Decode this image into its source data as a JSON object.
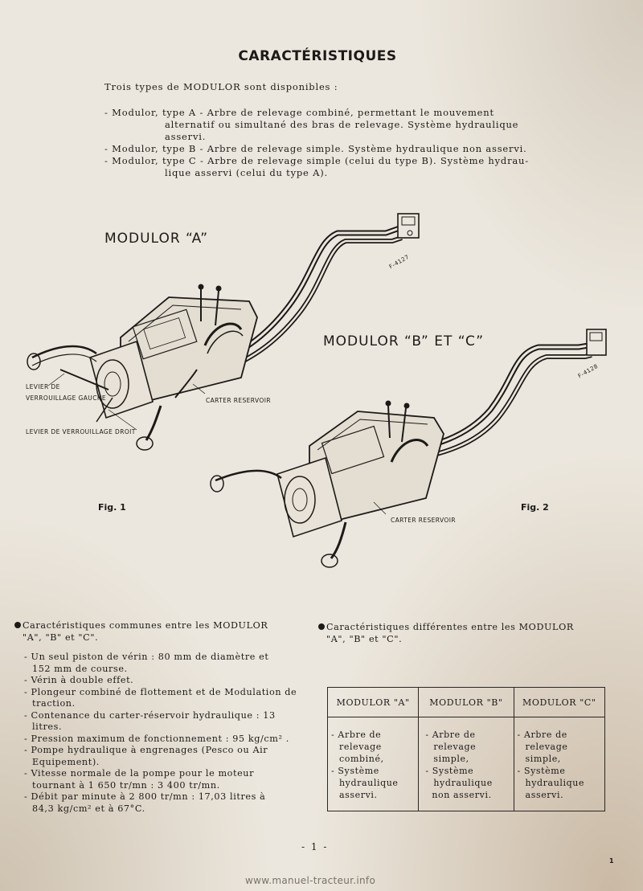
{
  "title": "CARACTÉRISTIQUES",
  "intro": "Trois types de MODULOR sont disponibles :",
  "types": [
    {
      "line1": "- Modulor, type A - Arbre de relevage combiné, permettant le mouvement",
      "line2": "alternatif ou simultané des bras de relevage. Système hydraulique",
      "line3": "asservi."
    },
    {
      "line1": "- Modulor, type B - Arbre de relevage simple. Système hydraulique non asservi."
    },
    {
      "line1": "- Modulor, type C - Arbre de relevage simple (celui du type B). Système hydrau-",
      "line2": "lique asservi (celui du type A)."
    }
  ],
  "figure1": {
    "heading": "MODULOR “A”",
    "ref": "F-4127",
    "caption": "Fig. 1",
    "callouts": {
      "lever_left_1": "LEVIER DE",
      "lever_left_2": "VERROUILLAGE GAUCHE",
      "lever_right": "LEVIER DE VERROUILLAGE DROIT",
      "reservoir": "CARTER RESERVOIR"
    }
  },
  "figure2": {
    "heading": "MODULOR “B” ET “C”",
    "ref": "F-4128",
    "caption": "Fig. 2",
    "callouts": {
      "reservoir": "CARTER RESERVOIR"
    }
  },
  "common": {
    "heading1": "Caractéristiques communes entre les MODULOR",
    "heading2": "\"A\", \"B\" et \"C\".",
    "items": [
      {
        "l1": "- Un seul piston de vérin : 80 mm de diamètre et",
        "l2": "152 mm de course."
      },
      {
        "l1": "- Vérin à double effet."
      },
      {
        "l1": "- Plongeur combiné de flottement et de Modulation de",
        "l2": "traction."
      },
      {
        "l1": "- Contenance du carter-réservoir hydraulique : 13",
        "l2": "litres."
      },
      {
        "l1": "- Pression maximum de fonctionnement : 95 kg/cm² ."
      },
      {
        "l1": "- Pompe hydraulique à engrenages (Pesco ou Air",
        "l2": "Equipement)."
      },
      {
        "l1": "- Vitesse normale de la pompe pour le moteur",
        "l2": "tournant à 1 650 tr/mn : 3 400 tr/mn."
      },
      {
        "l1": "- Débit par minute à 2 800 tr/mn : 17,03 litres à",
        "l2": "84,3 kg/cm² et à 67°C."
      }
    ]
  },
  "different": {
    "heading1": "Caractéristiques différentes entre les MODULOR",
    "heading2": "\"A\", \"B\" et \"C\".",
    "table": {
      "headers": [
        "MODULOR \"A\"",
        "MODULOR \"B\"",
        "MODULOR \"C\""
      ],
      "cells": [
        [
          "- Arbre de",
          "relevage",
          "combiné,",
          "- Système",
          "hydraulique",
          "asservi."
        ],
        [
          "- Arbre de",
          "relevage",
          "simple,",
          "- Système",
          "hydraulique",
          "non asservi."
        ],
        [
          "- Arbre de",
          "relevage",
          "simple,",
          "- Système",
          "hydraulique",
          "asservi."
        ]
      ]
    }
  },
  "page_number": "- 1 -",
  "corner_number": "1",
  "watermark": "www.manuel-tracteur.info"
}
